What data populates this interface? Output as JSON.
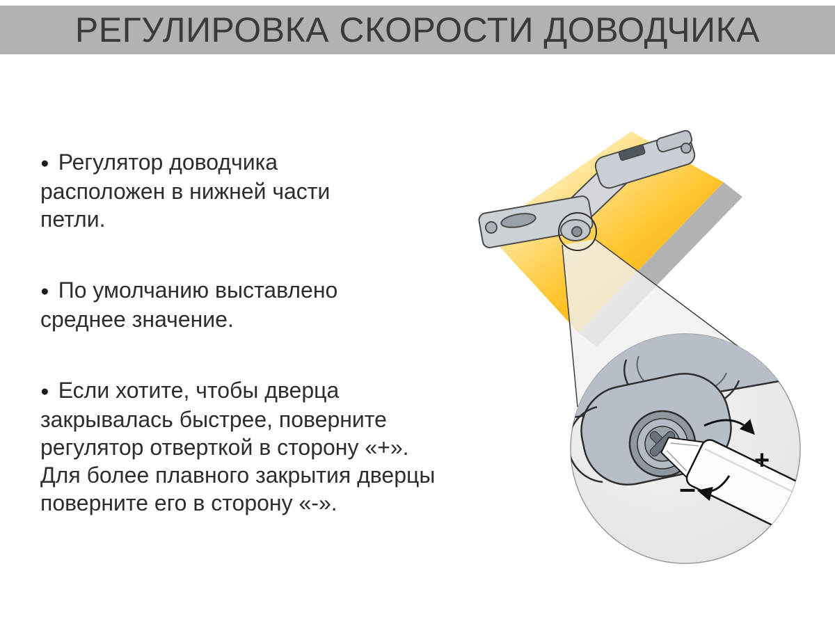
{
  "header": {
    "title": "РЕГУЛИРОВКА СКОРОСТИ ДОВОДЧИКА"
  },
  "bullets": {
    "marker": "●",
    "items": [
      {
        "text": "Регулятор доводчика\nрасположен в нижней части\nпетли."
      },
      {
        "text": "По умолчанию выставлено\nсреднее значение."
      },
      {
        "text": "Если хотите, чтобы дверца\nзакрывалась быстрее, поверните\nрегулятор отверткой в сторону «+».\nДля более плавного закрытия дверцы\nповерните его в сторону «-»."
      }
    ]
  },
  "diagram": {
    "plus_label": "+",
    "minus_label": "–",
    "colors": {
      "header_gray": "#b2b2b2",
      "panel_orange": "#f7a600",
      "hinge_gray": "#b7bec8",
      "zoom_circle_gray": "#e9e9e9"
    }
  }
}
